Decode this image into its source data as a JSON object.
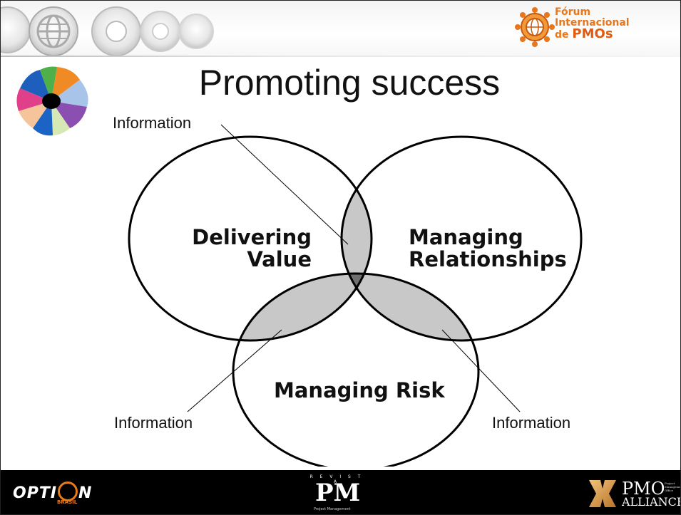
{
  "slide": {
    "title": "Promoting success"
  },
  "header": {
    "forum_logo": {
      "line1": "Fórum",
      "line2": "Internacional",
      "line3_de": "de",
      "line3_pmos": "PMOs",
      "icon": "globe-gear-icon"
    },
    "globe_icons": [
      "globe-icon",
      "circle-icon",
      "circle-icon",
      "circle-icon"
    ],
    "colors": {
      "accent": "#e8761a"
    }
  },
  "diagram": {
    "circles": [
      {
        "label_line1": "Delivering",
        "label_line2": "Value"
      },
      {
        "label_line1": "Managing",
        "label_line2": "Relationships"
      },
      {
        "label_line1": "Managing Risk",
        "label_line2": ""
      }
    ],
    "callouts": [
      "Information",
      "Information",
      "Information"
    ],
    "colors": {
      "pair_overlap": "#c8c8c8",
      "triple_overlap": "#6f6f6f",
      "stroke": "#000000"
    }
  },
  "footer": {
    "option_logo": {
      "text_pre": "OPTI",
      "text_post": "N",
      "sub": "BRASIL"
    },
    "mundo_logo": {
      "revista": "R E V I S T A",
      "pm": "PM",
      "sub": "Project Management"
    },
    "pmo_logo": {
      "word": "PMO",
      "alliance": "ALLIANCE",
      "small": "Project Management Office"
    }
  }
}
